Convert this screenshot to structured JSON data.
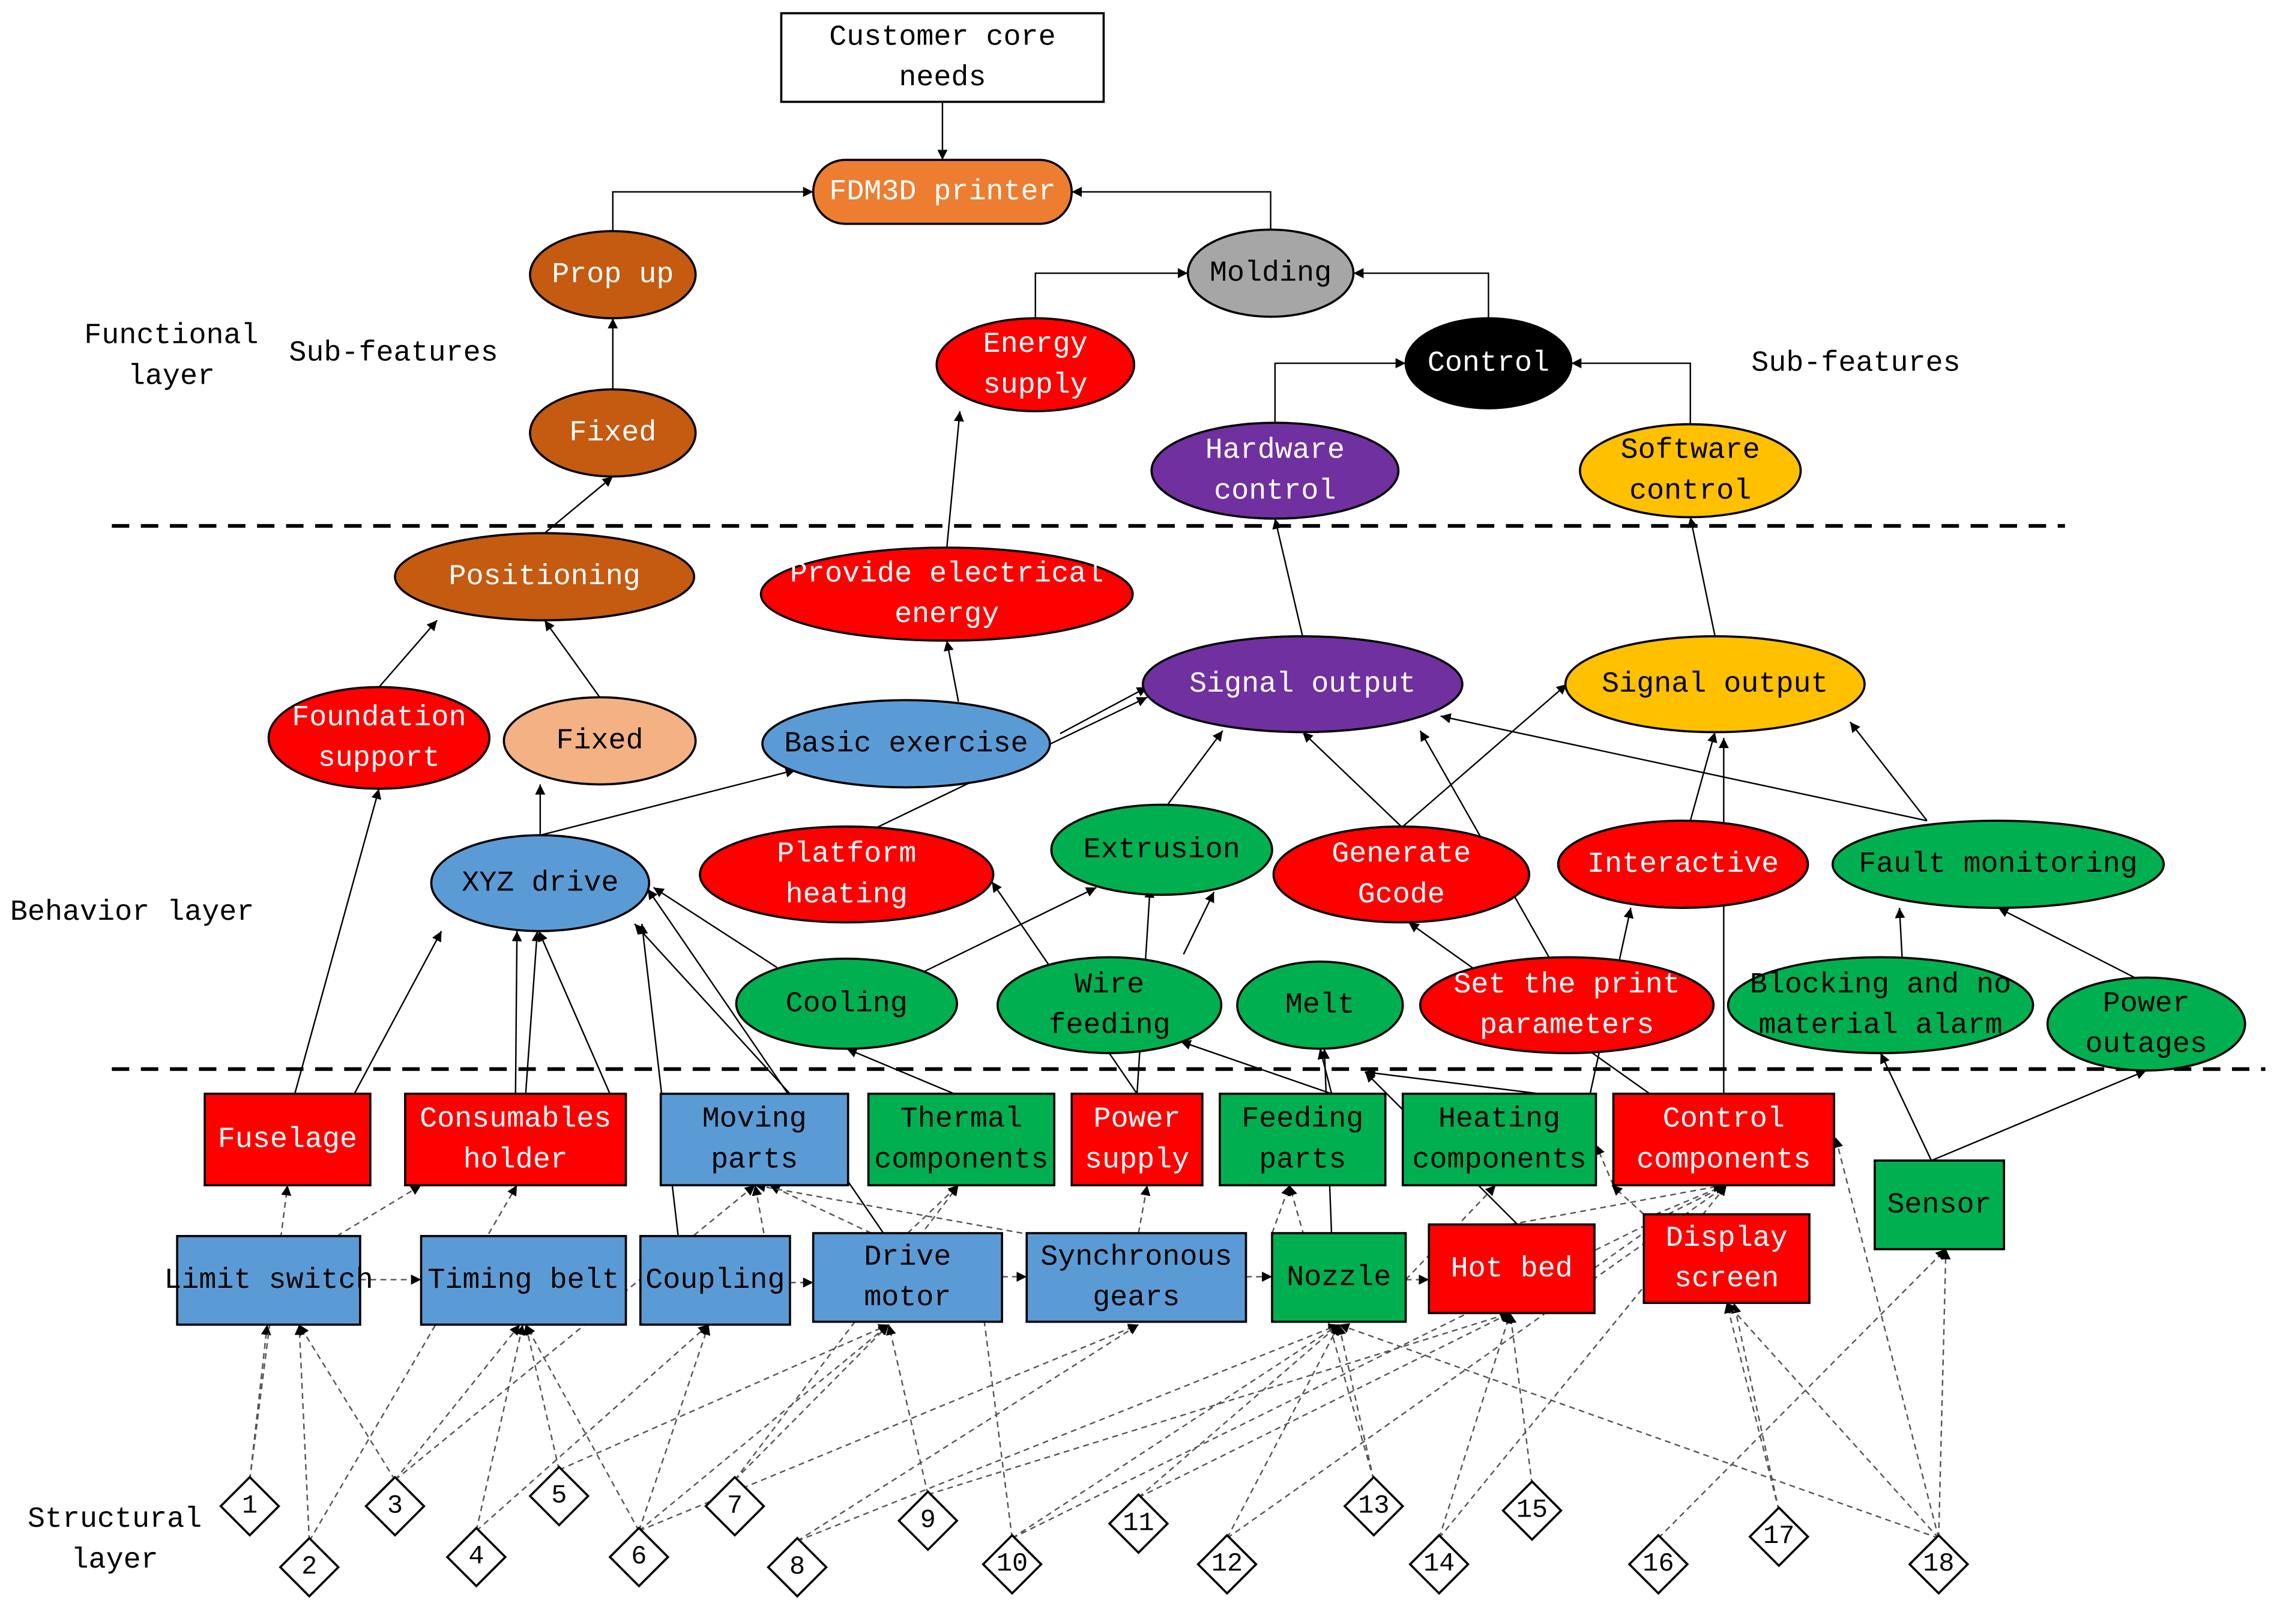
{
  "layers": {
    "functional": [
      "Functional",
      "layer"
    ],
    "behavior": [
      "Behavior layer"
    ],
    "structural": [
      "Structural",
      "layer"
    ]
  },
  "sub_features_left": [
    "Sub-features"
  ],
  "sub_features_right": [
    "Sub-features"
  ],
  "colors": {
    "red": "#ff0000",
    "brown": "#c55a11",
    "orange": "#ed7d31",
    "gray": "#a6a6a6",
    "black": "#000000",
    "purple": "#7030a0",
    "yellow": "#ffc000",
    "blue": "#5b9bd5",
    "green": "#00b050",
    "peach": "#f4b183"
  },
  "nodes": {
    "customer_core_needs": [
      "Customer core",
      "needs"
    ],
    "fdm3d_printer": [
      "FDM3D printer"
    ],
    "prop_up": [
      "Prop up"
    ],
    "molding": [
      "Molding"
    ],
    "fixed_top": [
      "Fixed"
    ],
    "energy_supply": [
      "Energy",
      "supply"
    ],
    "control": [
      "Control"
    ],
    "hardware_control": [
      "Hardware",
      "control"
    ],
    "software_control": [
      "Software",
      "control"
    ],
    "positioning": [
      "Positioning"
    ],
    "provide_electrical_energy": [
      "Provide electrical",
      "energy"
    ],
    "signal_output_purple": [
      "Signal output"
    ],
    "signal_output_yellow": [
      "Signal output"
    ],
    "foundation_support": [
      "Foundation",
      "support"
    ],
    "fixed_mid": [
      "Fixed"
    ],
    "basic_exercise": [
      "Basic exercise"
    ],
    "xyz_drive": [
      "XYZ drive"
    ],
    "platform_heating": [
      "Platform",
      "heating"
    ],
    "extrusion": [
      "Extrusion"
    ],
    "generate_gcode": [
      "Generate",
      "Gcode"
    ],
    "interactive": [
      "Interactive"
    ],
    "fault_monitoring": [
      "Fault monitoring"
    ],
    "cooling": [
      "Cooling"
    ],
    "wire_feeding": [
      "Wire",
      "feeding"
    ],
    "melt": [
      "Melt"
    ],
    "set_print_parameters": [
      "Set the print",
      "parameters"
    ],
    "blocking_alarm": [
      "Blocking and no",
      "material alarm"
    ],
    "power_outages": [
      "Power",
      "outages"
    ],
    "fuselage": [
      "Fuselage"
    ],
    "consumables_holder": [
      "Consumables",
      "holder"
    ],
    "moving_parts": [
      "Moving",
      "parts"
    ],
    "thermal_components": [
      "Thermal",
      "components"
    ],
    "power_supply": [
      "Power",
      "supply"
    ],
    "feeding_parts": [
      "Feeding",
      "parts"
    ],
    "heating_components": [
      "Heating",
      "components"
    ],
    "control_components": [
      "Control",
      "components"
    ],
    "sensor": [
      "Sensor"
    ],
    "limit_switch": [
      "Limit switch"
    ],
    "timing_belt": [
      "Timing belt"
    ],
    "coupling": [
      "Coupling"
    ],
    "drive_motor": [
      "Drive",
      "motor"
    ],
    "synchronous_gears": [
      "Synchronous",
      "gears"
    ],
    "nozzle": [
      "Nozzle"
    ],
    "hot_bed": [
      "Hot bed"
    ],
    "display_screen": [
      "Display",
      "screen"
    ]
  },
  "diamonds": [
    "1",
    "2",
    "3",
    "4",
    "5",
    "6",
    "7",
    "8",
    "9",
    "10",
    "11",
    "12",
    "13",
    "14",
    "15",
    "16",
    "17",
    "18"
  ]
}
